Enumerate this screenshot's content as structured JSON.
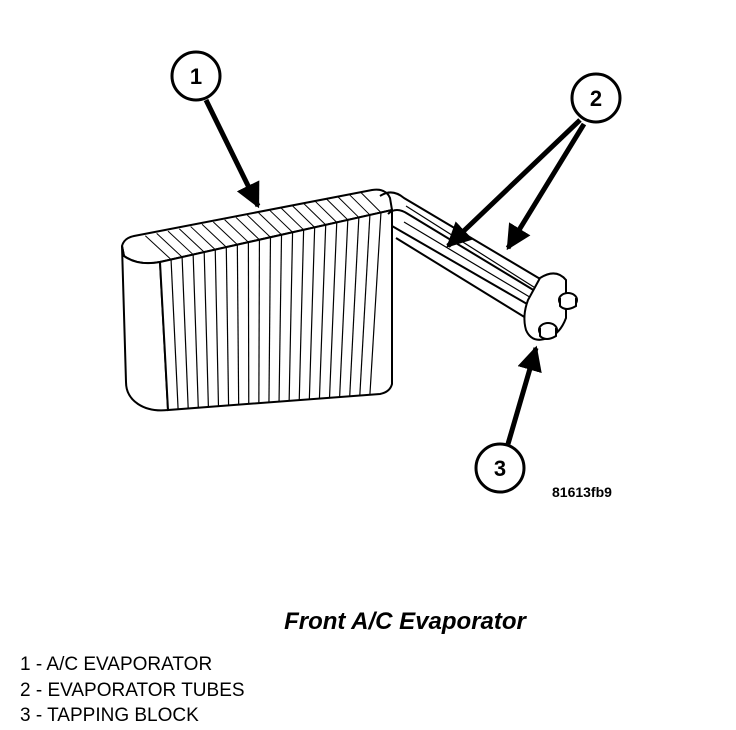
{
  "callouts": [
    {
      "number": "1"
    },
    {
      "number": "2"
    },
    {
      "number": "3"
    }
  ],
  "figure_id": "81613fb9",
  "caption": "Front A/C Evaporator",
  "legend": [
    "1 - A/C EVAPORATOR",
    "2 - EVAPORATOR TUBES",
    "3 - TAPPING BLOCK"
  ]
}
